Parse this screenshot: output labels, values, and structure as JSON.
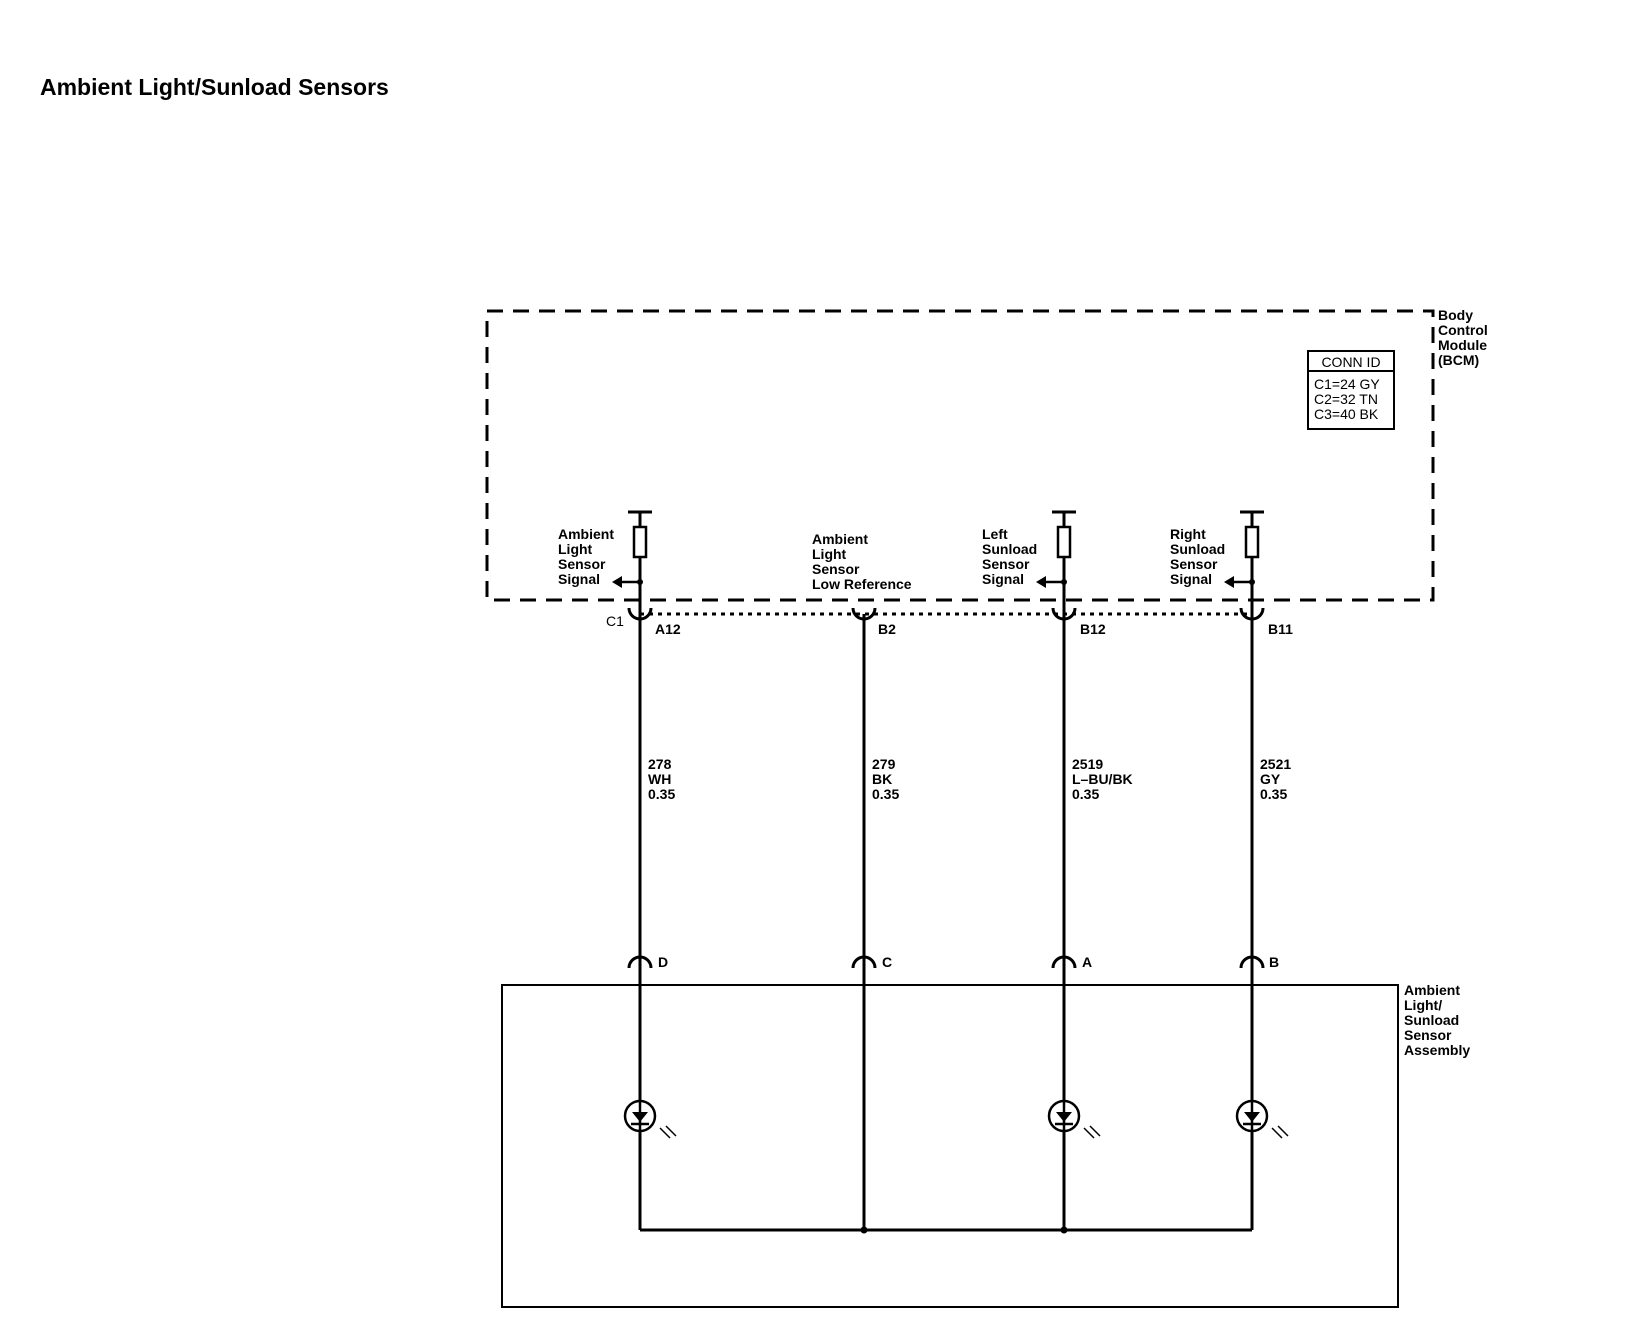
{
  "title": "Ambient Light/Sunload Sensors",
  "bcm": {
    "name_lines": [
      "Body",
      "Control",
      "Module",
      "(BCM)"
    ],
    "conn_id": {
      "header": "CONN ID",
      "rows": [
        "C1=24 GY",
        "C2=32 TN",
        "C3=40 BK"
      ]
    },
    "connector_label": "C1"
  },
  "assembly": {
    "name_lines": [
      "Ambient",
      "Light/",
      "Sunload",
      "Sensor",
      "Assembly"
    ]
  },
  "circuits": [
    {
      "signal_lines": [
        "Ambient",
        "Light",
        "Sensor",
        "Signal"
      ],
      "bcm_pin": "A12",
      "wire_lines": [
        "278",
        "WH",
        "0.35"
      ],
      "assembly_pin": "D",
      "has_sensor": true
    },
    {
      "signal_lines": [
        "Ambient",
        "Light",
        "Sensor",
        "Low Reference"
      ],
      "bcm_pin": "B2",
      "wire_lines": [
        "279",
        "BK",
        "0.35"
      ],
      "assembly_pin": "C",
      "has_sensor": false
    },
    {
      "signal_lines": [
        "Left",
        "Sunload",
        "Sensor",
        "Signal"
      ],
      "bcm_pin": "B12",
      "wire_lines": [
        "2519",
        "L–BU/BK",
        "0.35"
      ],
      "assembly_pin": "A",
      "has_sensor": true
    },
    {
      "signal_lines": [
        "Right",
        "Sunload",
        "Sensor",
        "Signal"
      ],
      "bcm_pin": "B11",
      "wire_lines": [
        "2521",
        "GY",
        "0.35"
      ],
      "assembly_pin": "B",
      "has_sensor": true
    }
  ]
}
